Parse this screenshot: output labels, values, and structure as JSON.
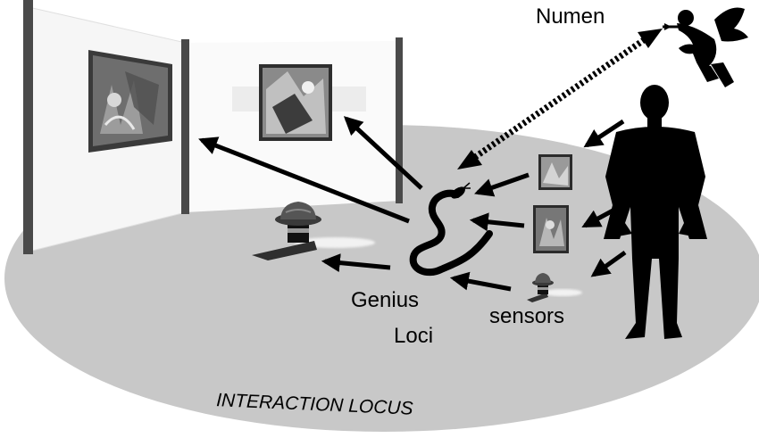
{
  "labels": {
    "numen": "Numen",
    "genius_line1": "Genius",
    "genius_line2": "Loci",
    "sensors": "sensors",
    "locus": "INTERACTION LOCUS"
  },
  "colors": {
    "floor": "#c8c8c8",
    "wall": "#f7f7f7",
    "pillar": "#4a4a4a",
    "ink": "#000000"
  },
  "icons": {
    "numen": "cupid-icon",
    "genius": "snake-icon",
    "visitor": "human-silhouette-icon",
    "sensor": "hat-sensor-icon"
  }
}
